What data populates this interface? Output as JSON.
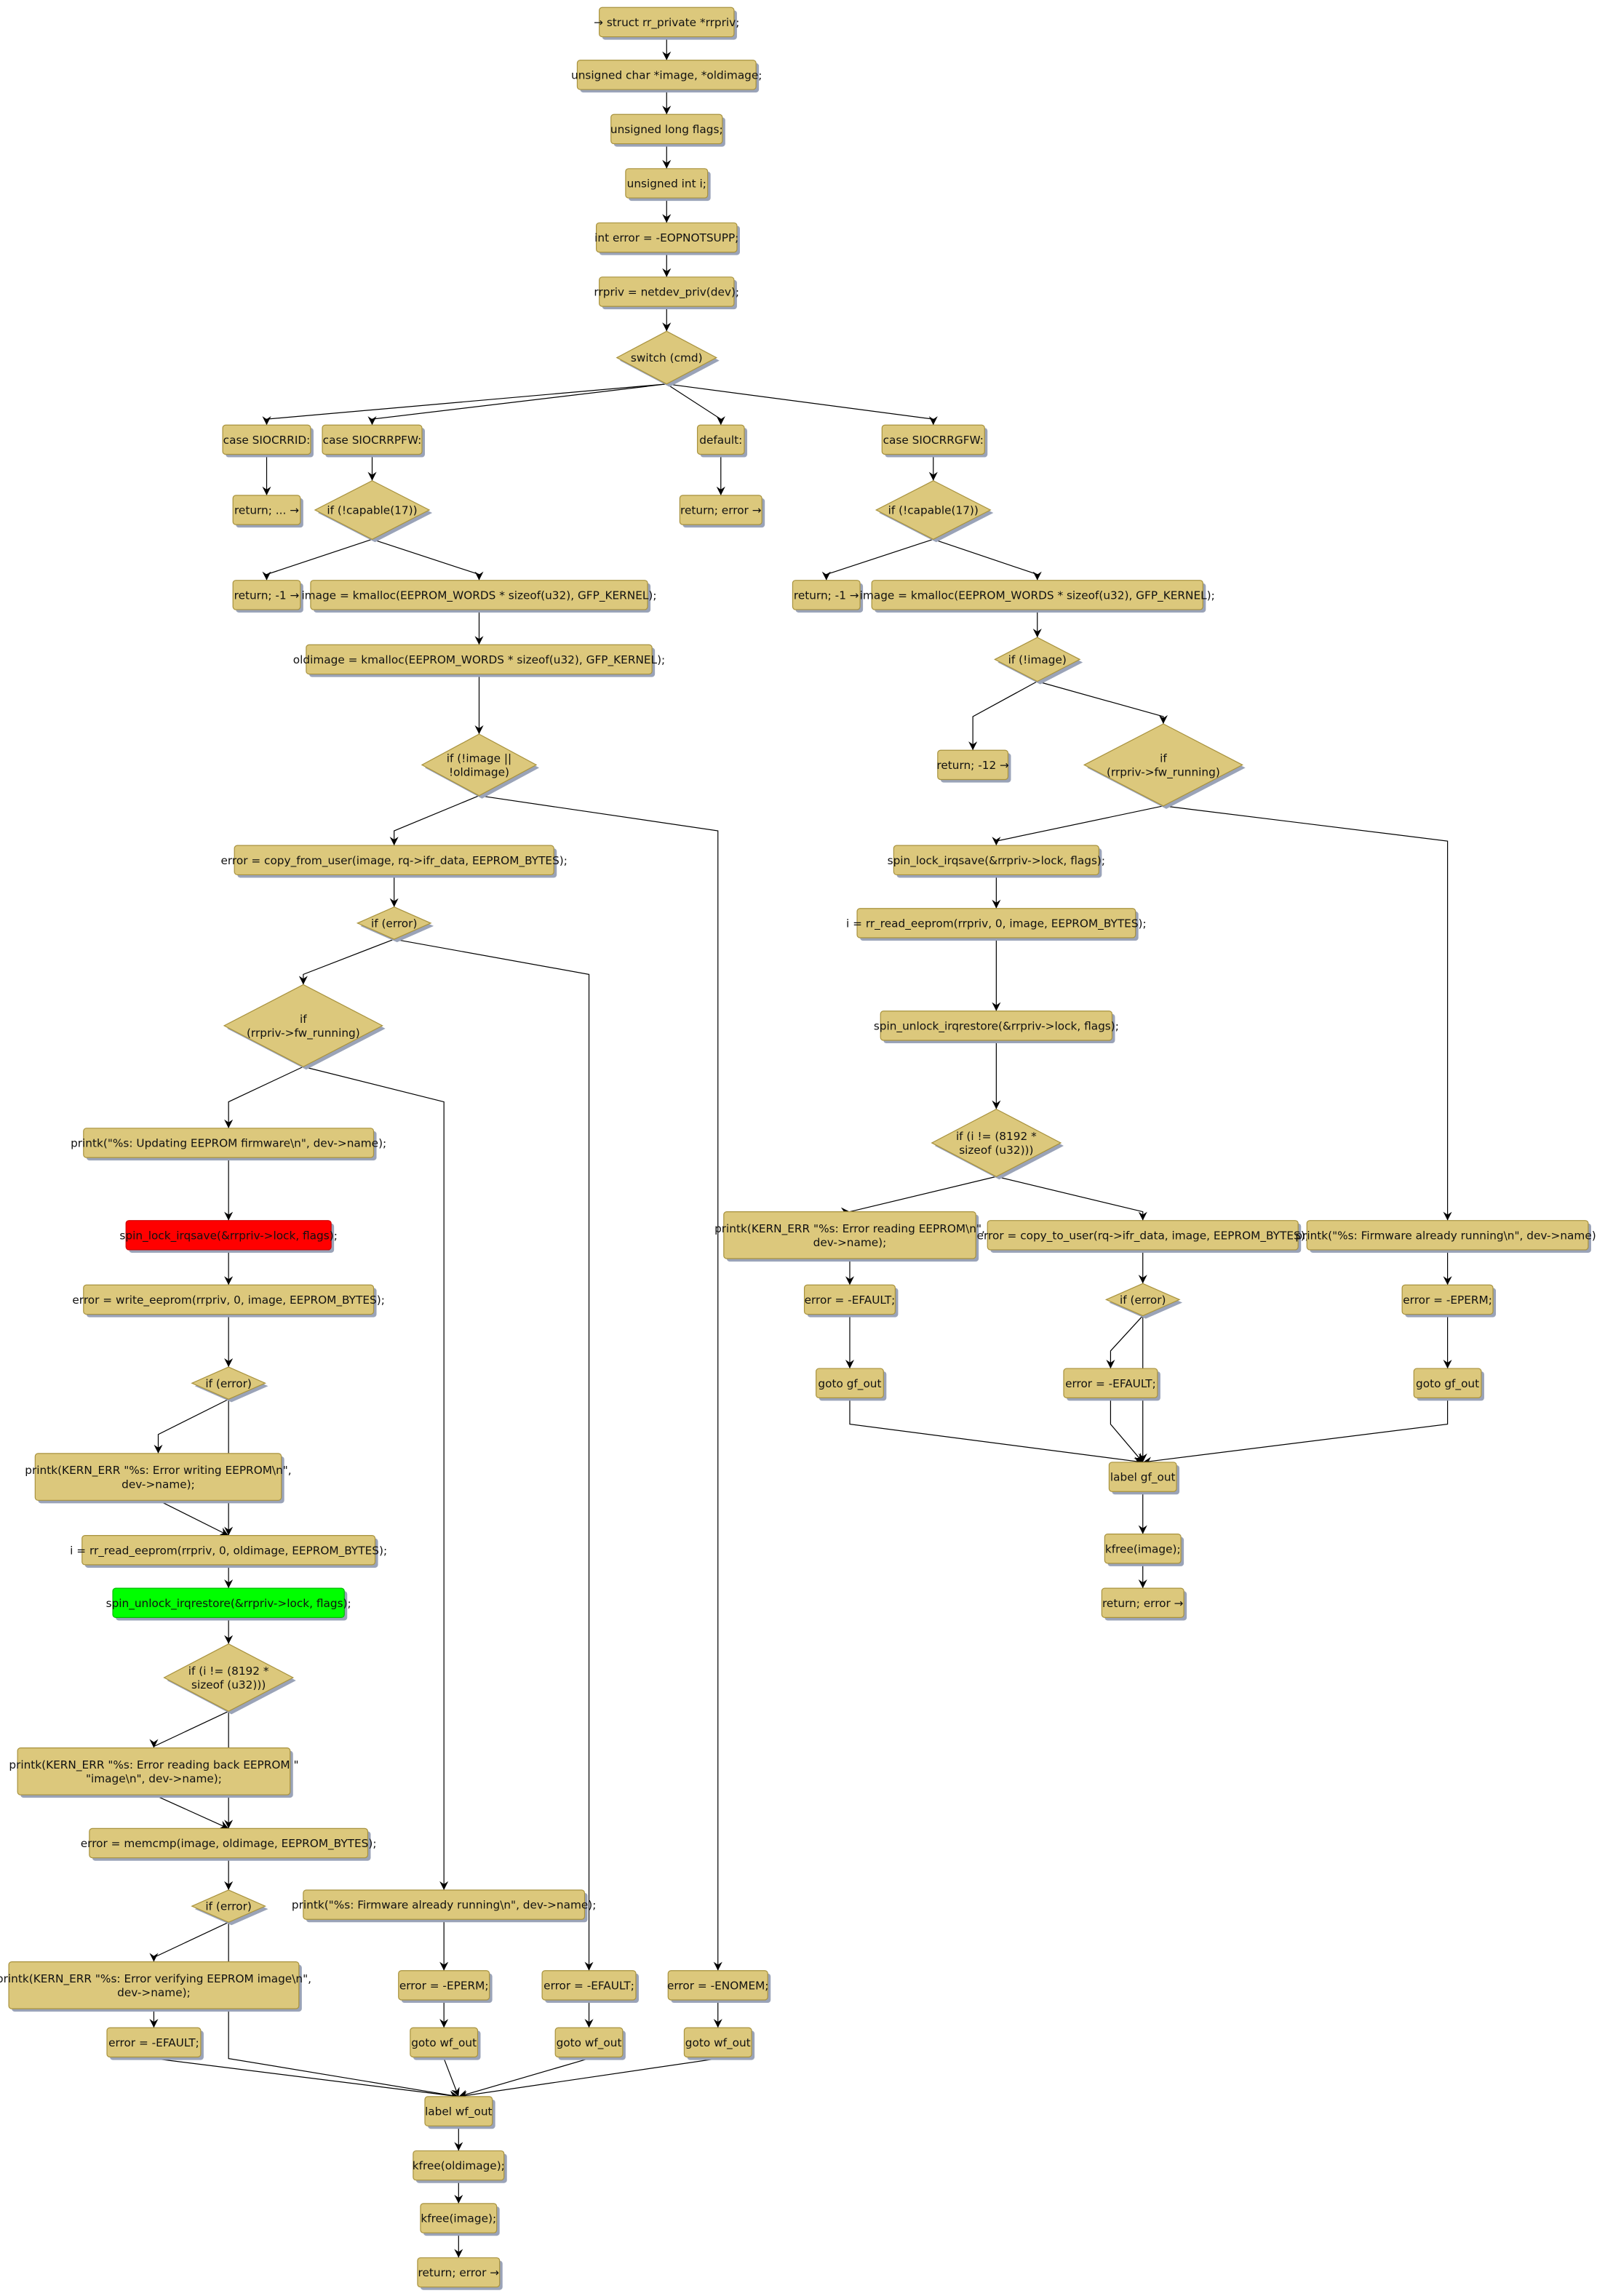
{
  "colors": {
    "node_fill": "#dcc87c",
    "node_stroke": "#a8923e",
    "shadow": "#9aa3b8",
    "highlight_red": "#ff0000",
    "highlight_green": "#00ff00"
  },
  "nodes": {
    "n1": {
      "shape": "box",
      "lines": [
        "→ struct rr_private *rrpriv;"
      ]
    },
    "n2": {
      "shape": "box",
      "lines": [
        "unsigned char *image, *oldimage;"
      ]
    },
    "n3": {
      "shape": "box",
      "lines": [
        "unsigned long flags;"
      ]
    },
    "n4": {
      "shape": "box",
      "lines": [
        "unsigned int i;"
      ]
    },
    "n5": {
      "shape": "box",
      "lines": [
        "int error = -EOPNOTSUPP;"
      ]
    },
    "n6": {
      "shape": "box",
      "lines": [
        "rrpriv = netdev_priv(dev);"
      ]
    },
    "d1": {
      "shape": "diamond",
      "lines": [
        "switch (cmd)"
      ]
    },
    "c1": {
      "shape": "box",
      "lines": [
        "case SIOCRRID:"
      ]
    },
    "c2": {
      "shape": "box",
      "lines": [
        "case SIOCRRPFW:"
      ]
    },
    "c3": {
      "shape": "box",
      "lines": [
        "default:"
      ]
    },
    "c4": {
      "shape": "box",
      "lines": [
        "case SIOCRRGFW:"
      ]
    },
    "r1": {
      "shape": "box",
      "lines": [
        "return; ... →"
      ]
    },
    "d2": {
      "shape": "diamond",
      "lines": [
        "if (!capable(17))"
      ]
    },
    "r3": {
      "shape": "box",
      "lines": [
        "return; error →"
      ]
    },
    "d3": {
      "shape": "diamond",
      "lines": [
        "if (!capable(17))"
      ]
    },
    "r2": {
      "shape": "box",
      "lines": [
        "return; -1 →"
      ]
    },
    "a1": {
      "shape": "box",
      "lines": [
        "image = kmalloc(EEPROM_WORDS * sizeof(u32), GFP_KERNEL);"
      ]
    },
    "r4": {
      "shape": "box",
      "lines": [
        "return; -1 →"
      ]
    },
    "a2": {
      "shape": "box",
      "lines": [
        "image = kmalloc(EEPROM_WORDS * sizeof(u32), GFP_KERNEL);"
      ]
    },
    "a3": {
      "shape": "box",
      "lines": [
        "oldimage = kmalloc(EEPROM_WORDS * sizeof(u32), GFP_KERNEL);"
      ]
    },
    "d4": {
      "shape": "diamond",
      "lines": [
        "if (!image)"
      ]
    },
    "d5": {
      "shape": "diamond",
      "lines": [
        "if (!image ||",
        "!oldimage)"
      ]
    },
    "r5": {
      "shape": "box",
      "lines": [
        "return; -12 →"
      ]
    },
    "d6": {
      "shape": "diamond",
      "lines": [
        "if",
        "(rrpriv->fw_running)"
      ]
    },
    "a4": {
      "shape": "box",
      "lines": [
        "error = copy_from_user(image, rq->ifr_data, EEPROM_BYTES);"
      ]
    },
    "b1": {
      "shape": "box",
      "lines": [
        "spin_lock_irqsave(&rrpriv->lock, flags);"
      ]
    },
    "d7": {
      "shape": "diamond",
      "lines": [
        "if (error)"
      ]
    },
    "b2": {
      "shape": "box",
      "lines": [
        "i = rr_read_eeprom(rrpriv, 0, image, EEPROM_BYTES);"
      ]
    },
    "d8": {
      "shape": "diamond",
      "lines": [
        "if",
        "(rrpriv->fw_running)"
      ]
    },
    "b3": {
      "shape": "box",
      "lines": [
        "spin_unlock_irqrestore(&rrpriv->lock, flags);"
      ]
    },
    "e1": {
      "shape": "box",
      "lines": [
        "printk(\"%s: Updating EEPROM firmware\\n\", dev->name);"
      ]
    },
    "d9": {
      "shape": "diamond",
      "lines": [
        "if (i != (8192 *",
        "sizeof (u32)))"
      ]
    },
    "b4": {
      "shape": "box",
      "lines": [
        "printk(KERN_ERR \"%s: Error reading EEPROM\\n\",",
        "dev->name);"
      ]
    },
    "b5": {
      "shape": "box",
      "lines": [
        "error = copy_to_user(rq->ifr_data, image, EEPROM_BYTES);"
      ]
    },
    "b6": {
      "shape": "box",
      "lines": [
        "printk(\"%s: Firmware already running\\n\", dev->name);"
      ]
    },
    "e2": {
      "shape": "box",
      "color": "red",
      "lines": [
        "spin_lock_irqsave(&rrpriv->lock, flags);"
      ]
    },
    "b7": {
      "shape": "box",
      "lines": [
        "error = -EFAULT;"
      ]
    },
    "d10": {
      "shape": "diamond",
      "lines": [
        "if (error)"
      ]
    },
    "b8": {
      "shape": "box",
      "lines": [
        "error = -EPERM;"
      ]
    },
    "e3": {
      "shape": "box",
      "lines": [
        "error = write_eeprom(rrpriv, 0, image, EEPROM_BYTES);"
      ]
    },
    "b9": {
      "shape": "box",
      "lines": [
        "goto gf_out"
      ]
    },
    "b10": {
      "shape": "box",
      "lines": [
        "error = -EFAULT;"
      ]
    },
    "b11": {
      "shape": "box",
      "lines": [
        "goto gf_out"
      ]
    },
    "d11": {
      "shape": "diamond",
      "lines": [
        "if (error)"
      ]
    },
    "b12": {
      "shape": "box",
      "lines": [
        "label gf_out"
      ]
    },
    "e4": {
      "shape": "box",
      "lines": [
        "printk(KERN_ERR \"%s: Error writing EEPROM\\n\",",
        "dev->name);"
      ]
    },
    "b13": {
      "shape": "box",
      "lines": [
        "kfree(image);"
      ]
    },
    "e5": {
      "shape": "box",
      "lines": [
        "i = rr_read_eeprom(rrpriv, 0, oldimage, EEPROM_BYTES);"
      ]
    },
    "b14": {
      "shape": "box",
      "lines": [
        "return; error →"
      ]
    },
    "e6": {
      "shape": "box",
      "color": "green",
      "lines": [
        "spin_unlock_irqrestore(&rrpriv->lock, flags);"
      ]
    },
    "d12": {
      "shape": "diamond",
      "lines": [
        "if (i != (8192 *",
        "sizeof (u32)))"
      ]
    },
    "e7": {
      "shape": "box",
      "lines": [
        "printk(KERN_ERR \"%s: Error reading back EEPROM \"",
        "\"image\\n\", dev->name);"
      ]
    },
    "e8": {
      "shape": "box",
      "lines": [
        "error = memcmp(image, oldimage, EEPROM_BYTES);"
      ]
    },
    "d13": {
      "shape": "diamond",
      "lines": [
        "if (error)"
      ]
    },
    "e9": {
      "shape": "box",
      "lines": [
        "printk(\"%s: Firmware already running\\n\", dev->name);"
      ]
    },
    "e10": {
      "shape": "box",
      "lines": [
        "printk(KERN_ERR \"%s: Error verifying EEPROM image\\n\",",
        "dev->name);"
      ]
    },
    "f1": {
      "shape": "box",
      "lines": [
        "error = -EPERM;"
      ]
    },
    "f2": {
      "shape": "box",
      "lines": [
        "error = -EFAULT;"
      ]
    },
    "f3": {
      "shape": "box",
      "lines": [
        "error = -ENOMEM;"
      ]
    },
    "e11": {
      "shape": "box",
      "lines": [
        "error = -EFAULT;"
      ]
    },
    "g1": {
      "shape": "box",
      "lines": [
        "goto wf_out"
      ]
    },
    "g2": {
      "shape": "box",
      "lines": [
        "goto wf_out"
      ]
    },
    "g3": {
      "shape": "box",
      "lines": [
        "goto wf_out"
      ]
    },
    "w1": {
      "shape": "box",
      "lines": [
        "label wf_out"
      ]
    },
    "w2": {
      "shape": "box",
      "lines": [
        "kfree(oldimage);"
      ]
    },
    "w3": {
      "shape": "box",
      "lines": [
        "kfree(image);"
      ]
    },
    "w4": {
      "shape": "box",
      "lines": [
        "return; error →"
      ]
    }
  },
  "edges": [
    [
      "n1",
      "n2"
    ],
    [
      "n2",
      "n3"
    ],
    [
      "n3",
      "n4"
    ],
    [
      "n4",
      "n5"
    ],
    [
      "n5",
      "n6"
    ],
    [
      "n6",
      "d1"
    ],
    [
      "d1",
      "c1"
    ],
    [
      "d1",
      "c2"
    ],
    [
      "d1",
      "c3"
    ],
    [
      "d1",
      "c4"
    ],
    [
      "c1",
      "r1"
    ],
    [
      "c2",
      "d2"
    ],
    [
      "c3",
      "r3"
    ],
    [
      "c4",
      "d3"
    ],
    [
      "d2",
      "r2"
    ],
    [
      "d2",
      "a1"
    ],
    [
      "d3",
      "r4"
    ],
    [
      "d3",
      "a2"
    ],
    [
      "a1",
      "a3"
    ],
    [
      "a3",
      "d5"
    ],
    [
      "a2",
      "d4"
    ],
    [
      "d4",
      "r5"
    ],
    [
      "d4",
      "d6"
    ],
    [
      "d5",
      "a4"
    ],
    [
      "d5",
      "f3"
    ],
    [
      "a4",
      "d7"
    ],
    [
      "d7",
      "d8"
    ],
    [
      "d7",
      "f2"
    ],
    [
      "d8",
      "e1"
    ],
    [
      "d8",
      "e9"
    ],
    [
      "e1",
      "e2"
    ],
    [
      "e2",
      "e3"
    ],
    [
      "e3",
      "d11"
    ],
    [
      "d11",
      "e4"
    ],
    [
      "d11",
      "e5"
    ],
    [
      "e4",
      "e5"
    ],
    [
      "e5",
      "e6"
    ],
    [
      "e6",
      "d12"
    ],
    [
      "d12",
      "e7"
    ],
    [
      "d12",
      "e8"
    ],
    [
      "e7",
      "e8"
    ],
    [
      "e8",
      "d13"
    ],
    [
      "d13",
      "e10"
    ],
    [
      "d13",
      "w1"
    ],
    [
      "e10",
      "e11"
    ],
    [
      "e11",
      "w1"
    ],
    [
      "e9",
      "f1"
    ],
    [
      "f1",
      "g1"
    ],
    [
      "g1",
      "w1"
    ],
    [
      "f2",
      "g2"
    ],
    [
      "g2",
      "w1"
    ],
    [
      "f3",
      "g3"
    ],
    [
      "g3",
      "w1"
    ],
    [
      "w1",
      "w2"
    ],
    [
      "w2",
      "w3"
    ],
    [
      "w3",
      "w4"
    ],
    [
      "d6",
      "b1"
    ],
    [
      "d6",
      "b6"
    ],
    [
      "b1",
      "b2"
    ],
    [
      "b2",
      "b3"
    ],
    [
      "b3",
      "d9"
    ],
    [
      "d9",
      "b4"
    ],
    [
      "d9",
      "b5"
    ],
    [
      "b4",
      "b7"
    ],
    [
      "b7",
      "b9"
    ],
    [
      "b5",
      "d10"
    ],
    [
      "d10",
      "b10"
    ],
    [
      "d10",
      "b12"
    ],
    [
      "b10",
      "b12"
    ],
    [
      "b9",
      "b12"
    ],
    [
      "b6",
      "b8"
    ],
    [
      "b8",
      "b11"
    ],
    [
      "b11",
      "b12"
    ],
    [
      "b12",
      "b13"
    ],
    [
      "b13",
      "b14"
    ]
  ]
}
